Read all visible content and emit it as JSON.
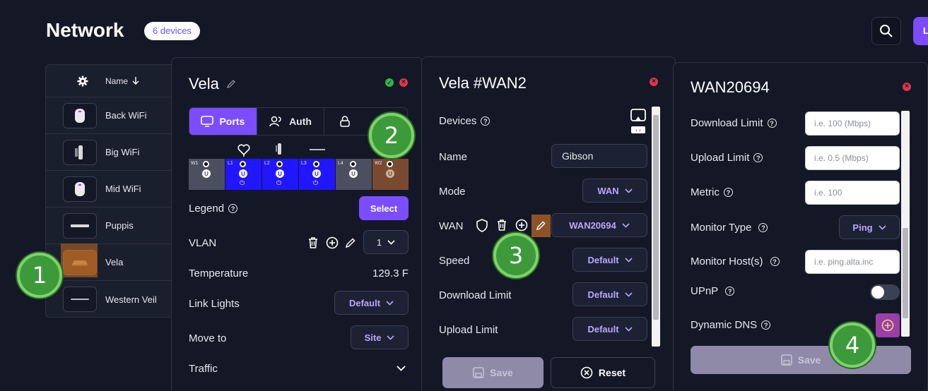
{
  "header": {
    "title": "Network",
    "devices_badge": "6 devices",
    "corner_button_label": "L"
  },
  "device_list": {
    "name_header": "Name",
    "rows": [
      {
        "label": "Back WiFi"
      },
      {
        "label": "Big WiFi"
      },
      {
        "label": "Mid WiFi"
      },
      {
        "label": "Puppis"
      },
      {
        "label": "Vela"
      },
      {
        "label": "Western Veil"
      }
    ]
  },
  "device_panel": {
    "title": "Vela",
    "tabs": [
      "Ports",
      "Auth",
      ""
    ],
    "ports": [
      {
        "label": "W1",
        "color": "gray"
      },
      {
        "label": "L1",
        "color": "blue"
      },
      {
        "label": "L2",
        "color": "blue"
      },
      {
        "label": "L3",
        "color": "blue"
      },
      {
        "label": "L4",
        "color": "gray"
      },
      {
        "label": "W2",
        "color": "highlight"
      }
    ],
    "port_badge": "U",
    "legend_label": "Legend",
    "select_button": "Select",
    "vlan_label": "VLAN",
    "vlan_value": "1",
    "temperature_label": "Temperature",
    "temperature_value": "129.3 F",
    "link_lights_label": "Link Lights",
    "link_lights_value": "Default",
    "move_to_label": "Move to",
    "move_to_value": "Site",
    "traffic_label": "Traffic"
  },
  "port_panel": {
    "title": "Vela #WAN2",
    "devices_label": "Devices",
    "name_label": "Name",
    "name_value": "Gibson",
    "mode_label": "Mode",
    "mode_value": "WAN",
    "wan_label": "WAN",
    "wan_value": "WAN20694",
    "speed_label": "Speed",
    "speed_value": "Default",
    "download_label": "Download Limit",
    "download_value": "Default",
    "upload_label": "Upload Limit",
    "upload_value": "Default",
    "save_button": "Save",
    "reset_button": "Reset"
  },
  "wan_panel": {
    "title": "WAN20694",
    "download_label": "Download Limit",
    "download_placeholder": "i.e. 100 (Mbps)",
    "upload_label": "Upload Limit",
    "upload_placeholder": "i.e. 0.5 (Mbps)",
    "metric_label": "Metric",
    "metric_placeholder": "i.e. 100",
    "monitor_type_label": "Monitor Type",
    "monitor_type_value": "Ping",
    "monitor_hosts_label": "Monitor Host(s)",
    "monitor_hosts_placeholder": "i.e. ping.alta.inc",
    "upnp_label": "UPnP",
    "upnp_on": false,
    "ddns_label": "Dynamic DNS",
    "save_button": "Save"
  },
  "callouts": [
    "1",
    "2",
    "3",
    "4"
  ],
  "colors": {
    "accent": "#7b4dff",
    "port_blue": "#2016ff",
    "close": "#e0364b",
    "ok": "#2fb344",
    "callout": "#3d9a3b"
  }
}
